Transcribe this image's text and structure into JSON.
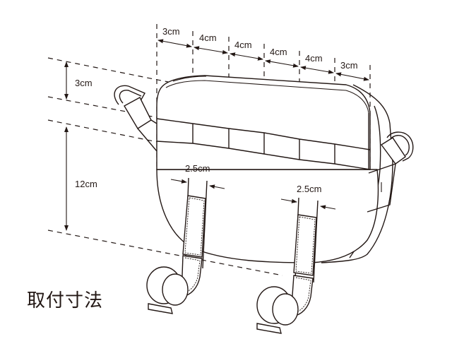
{
  "title": "取付寸法",
  "colors": {
    "line": "#231815",
    "background": "#ffffff"
  },
  "dimensions": {
    "top_segments": [
      {
        "label": "3cm"
      },
      {
        "label": "4cm"
      },
      {
        "label": "4cm"
      },
      {
        "label": "4cm"
      },
      {
        "label": "4cm"
      },
      {
        "label": "3cm"
      }
    ],
    "left_upper": {
      "label": "3cm"
    },
    "left_lower": {
      "label": "12cm"
    },
    "strap_left_width": {
      "label": "2.5cm"
    },
    "strap_right_width": {
      "label": "2.5cm"
    }
  }
}
